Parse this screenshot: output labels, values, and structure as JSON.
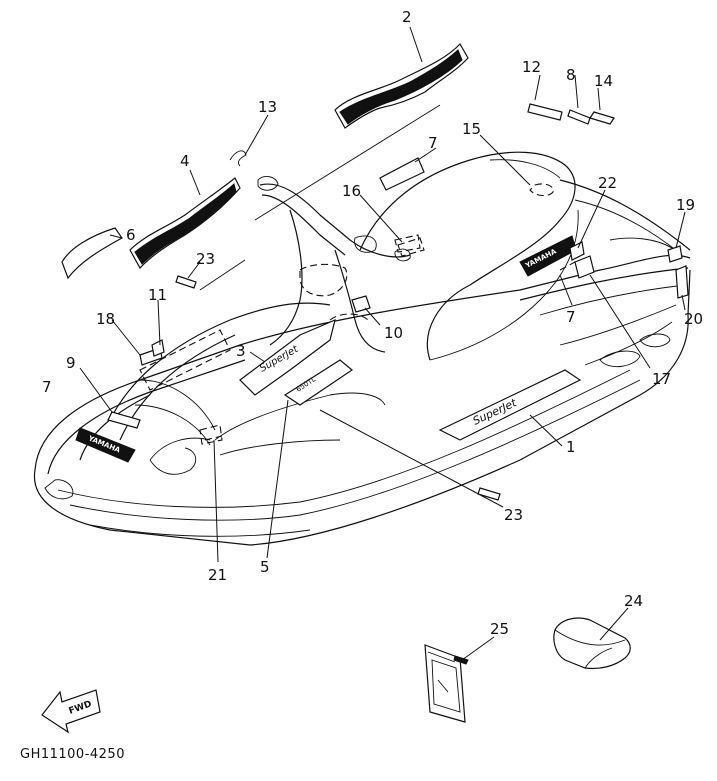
{
  "diagram": {
    "callouts": [
      {
        "id": "c2",
        "label": "2"
      },
      {
        "id": "c12",
        "label": "12"
      },
      {
        "id": "c8",
        "label": "8"
      },
      {
        "id": "c14",
        "label": "14"
      },
      {
        "id": "c13",
        "label": "13"
      },
      {
        "id": "c15",
        "label": "15"
      },
      {
        "id": "c7a",
        "label": "7"
      },
      {
        "id": "c4",
        "label": "4"
      },
      {
        "id": "c16",
        "label": "16"
      },
      {
        "id": "c22",
        "label": "22"
      },
      {
        "id": "c19",
        "label": "19"
      },
      {
        "id": "c6",
        "label": "6"
      },
      {
        "id": "c23a",
        "label": "23"
      },
      {
        "id": "c11",
        "label": "11"
      },
      {
        "id": "c18",
        "label": "18"
      },
      {
        "id": "c7b",
        "label": "7"
      },
      {
        "id": "c20",
        "label": "20"
      },
      {
        "id": "c10",
        "label": "10"
      },
      {
        "id": "c3",
        "label": "3"
      },
      {
        "id": "c9",
        "label": "9"
      },
      {
        "id": "c17",
        "label": "17"
      },
      {
        "id": "c7c",
        "label": "7"
      },
      {
        "id": "c1",
        "label": "1"
      },
      {
        "id": "c23b",
        "label": "23"
      },
      {
        "id": "c21",
        "label": "21"
      },
      {
        "id": "c5",
        "label": "5"
      },
      {
        "id": "c24",
        "label": "24"
      },
      {
        "id": "c25",
        "label": "25"
      }
    ],
    "fwd_label": "FWD",
    "drawing_code": "GH11100-4250"
  }
}
